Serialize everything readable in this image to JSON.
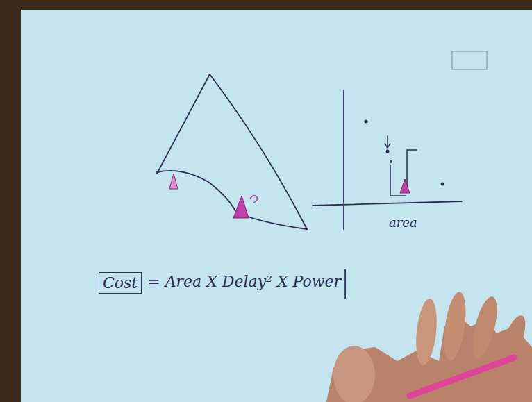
{
  "diagram": {
    "nodes": [
      {
        "text": [
          "Cost"
        ]
      }
    ],
    "labels": [
      "area",
      "= Area X Delay² X Power"
    ]
  }
}
